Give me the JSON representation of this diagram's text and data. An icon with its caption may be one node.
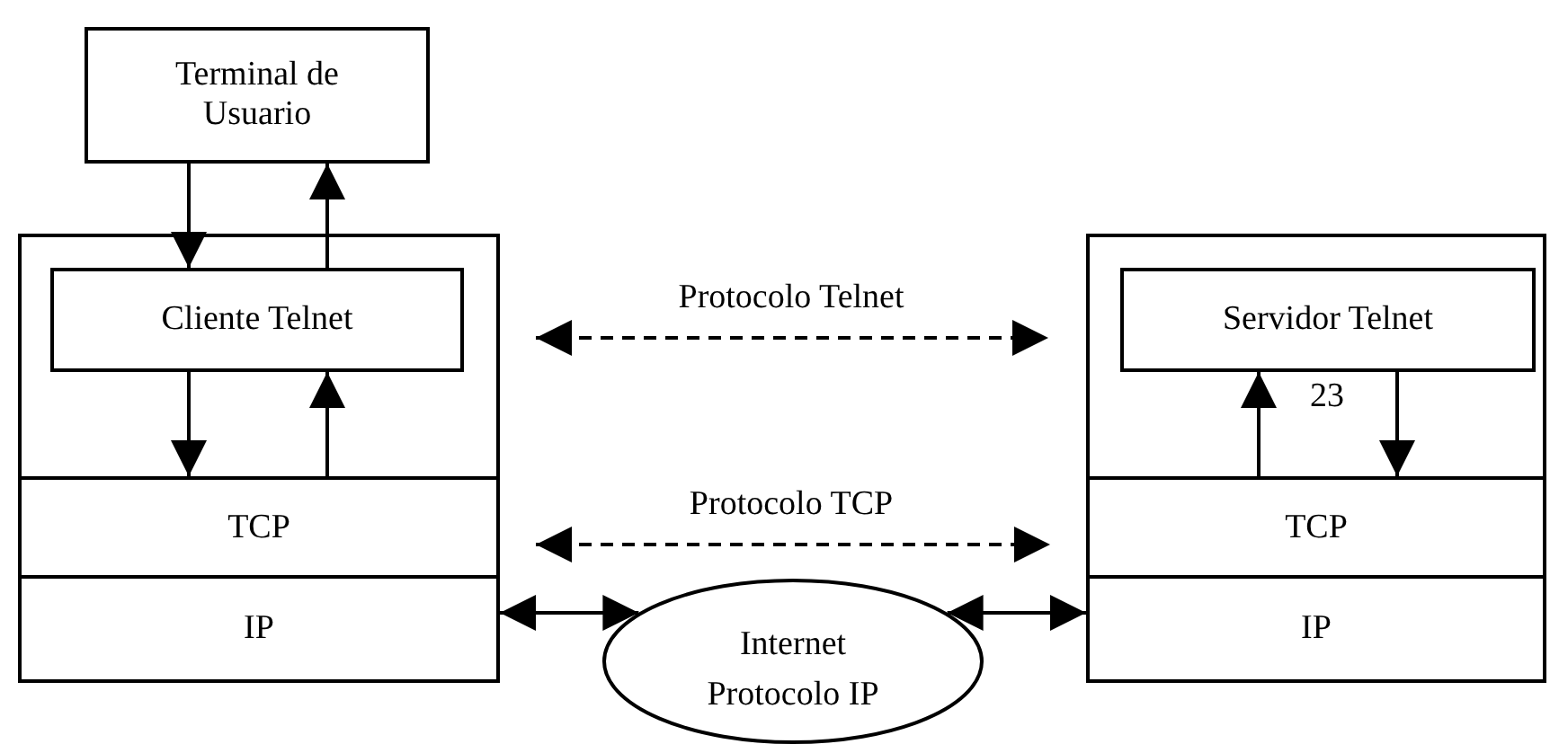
{
  "diagram": {
    "nodes": [
      {
        "text": [
          "Terminal de Usuario"
        ]
      },
      {
        "text": [],
        "shape": "box"
      },
      {
        "text": [
          "Cliente Telnet"
        ],
        "in": 1
      },
      {
        "text": [
          "TCP"
        ],
        "in": 1
      },
      {
        "text": [
          "IP"
        ],
        "in": 1
      },
      {
        "text": [],
        "shape": "box"
      },
      {
        "text": [
          "Servidor Telnet"
        ],
        "in": 5
      },
      {
        "text": [
          "TCP"
        ],
        "in": 5
      },
      {
        "text": [
          "IP"
        ],
        "in": 5
      },
      {
        "text": [
          "Internet",
          "Protocolo IP"
        ]
      }
    ],
    "edges": [
      {
        "from": 0,
        "to": 2,
        "arrow": "to"
      },
      {
        "from": 2,
        "to": 0,
        "arrow": "to"
      },
      {
        "from": 2,
        "to": 3,
        "arrow": "to"
      },
      {
        "from": 3,
        "to": 2,
        "arrow": "to"
      },
      {
        "from": 2,
        "to": 6,
        "arrow": "both",
        "label": "Protocolo Telnet",
        "style": "dashed"
      },
      {
        "from": 7,
        "to": 6,
        "arrow": "to"
      },
      {
        "from": 6,
        "to": 7,
        "arrow": "to"
      },
      {
        "from": 3,
        "to": 7,
        "arrow": "both",
        "label": "Protocolo TCP",
        "style": "dashed"
      },
      {
        "from": 4,
        "to": 9,
        "arrow": "both"
      },
      {
        "from": 9,
        "to": 8,
        "arrow": "both"
      }
    ],
    "labels": [
      "23"
    ]
  }
}
